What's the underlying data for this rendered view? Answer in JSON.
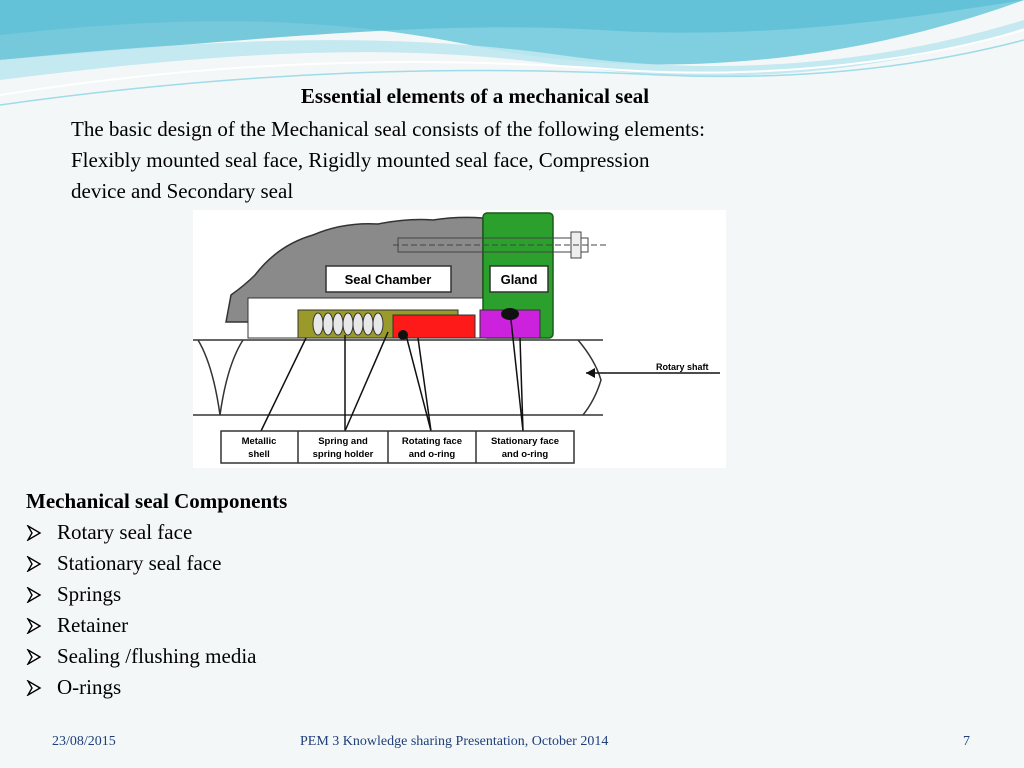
{
  "slide": {
    "title": "Essential elements of a mechanical seal",
    "intro_lines": [
      "The basic design of the Mechanical seal consists of the following elements:",
      "Flexibly mounted seal face, Rigidly mounted seal face, Compression",
      "device and Secondary seal"
    ],
    "components_title": "Mechanical seal Components",
    "components": [
      "Rotary seal face",
      "Stationary seal face",
      "Springs",
      "Retainer",
      "Sealing /flushing media",
      "O-rings"
    ]
  },
  "diagram": {
    "seal_chamber_label": "Seal Chamber",
    "gland_label": "Gland",
    "rotary_shaft_label": "Rotary shaft",
    "callouts": [
      {
        "line1": "Metallic",
        "line2": "shell"
      },
      {
        "line1": "Spring and",
        "line2": "spring holder"
      },
      {
        "line1": "Rotating face",
        "line2": "and o-ring"
      },
      {
        "line1": "Stationary face",
        "line2": "and o-ring"
      }
    ],
    "colors": {
      "housing": "#8a8a8a",
      "gland": "#2ca02c",
      "metallic_shell": "#9a9a2a",
      "rotating_face": "#ff1a1a",
      "stationary_face": "#cc22dd"
    }
  },
  "footer": {
    "date": "23/08/2015",
    "text": "PEM 3 Knowledge sharing Presentation, October 2014",
    "page": "7"
  },
  "theme": {
    "background": "#f4f7f7",
    "wave_colors": [
      "#5fc0d6",
      "#9fdbe8",
      "#d7f0f6"
    ],
    "footer_color": "#1e3f7a"
  }
}
